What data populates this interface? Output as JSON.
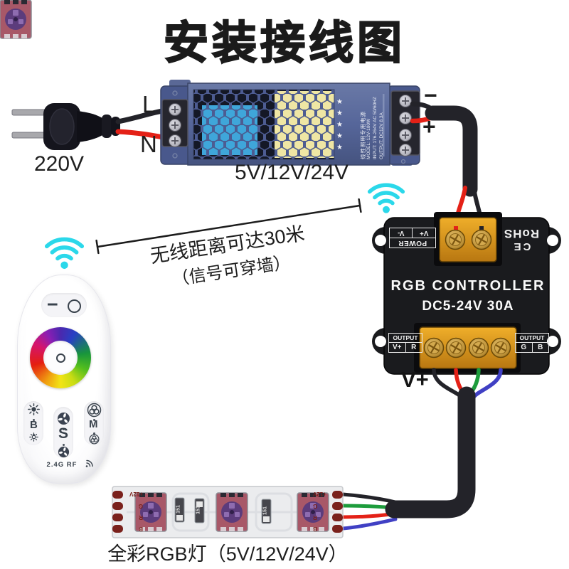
{
  "title": "安装接线图",
  "plug": {
    "voltage_label": "220V"
  },
  "psu": {
    "input_l": "L",
    "input_n": "N",
    "output_minus": "−",
    "output_plus": "+",
    "caption": "5V/12V/24V",
    "stars": "★★★★★",
    "side_text": [
      "线性照明专用电源",
      "MODEL: 12V-100W",
      "INPUT: 176-264V AC 50/60HZ",
      "OUTPUT: DC12V 8.3A"
    ]
  },
  "wireless": {
    "range_line1": "无线距离可达30米",
    "range_line2": "（信号可穿墙）"
  },
  "remote": {
    "minus": "−",
    "btn_b": "B",
    "btn_s": "S",
    "btn_m": "M",
    "rf": "2.4G RF"
  },
  "controller": {
    "power_title": "POWER",
    "power_vplus": "V+",
    "power_vminus": "V-",
    "ce": "CE",
    "rohs": "RoHS",
    "name": "RGB CONTROLLER",
    "spec": "DC5-24V 30A",
    "output_left_title": "OUTPUT",
    "output_left_a": "V+",
    "output_left_b": "R",
    "output_right_title": "OUTPUT",
    "output_right_a": "G",
    "output_right_b": "B",
    "vplus_wire_label": "V+"
  },
  "strip": {
    "pads": [
      "+12V",
      "G",
      "R",
      "B"
    ],
    "resistor": "151",
    "caption": "全彩RGB灯（5V/12V/24V）"
  },
  "colors": {
    "wifi_cyan": "#2bd8ea",
    "wire_red": "#e42117",
    "wire_black": "#232329",
    "wire_green": "#1d9c3c",
    "wire_blue": "#4040c4",
    "psu_blue": "#56669a",
    "terminal_orange": "#d8951e",
    "strip_pad_red": "#7a211c"
  }
}
